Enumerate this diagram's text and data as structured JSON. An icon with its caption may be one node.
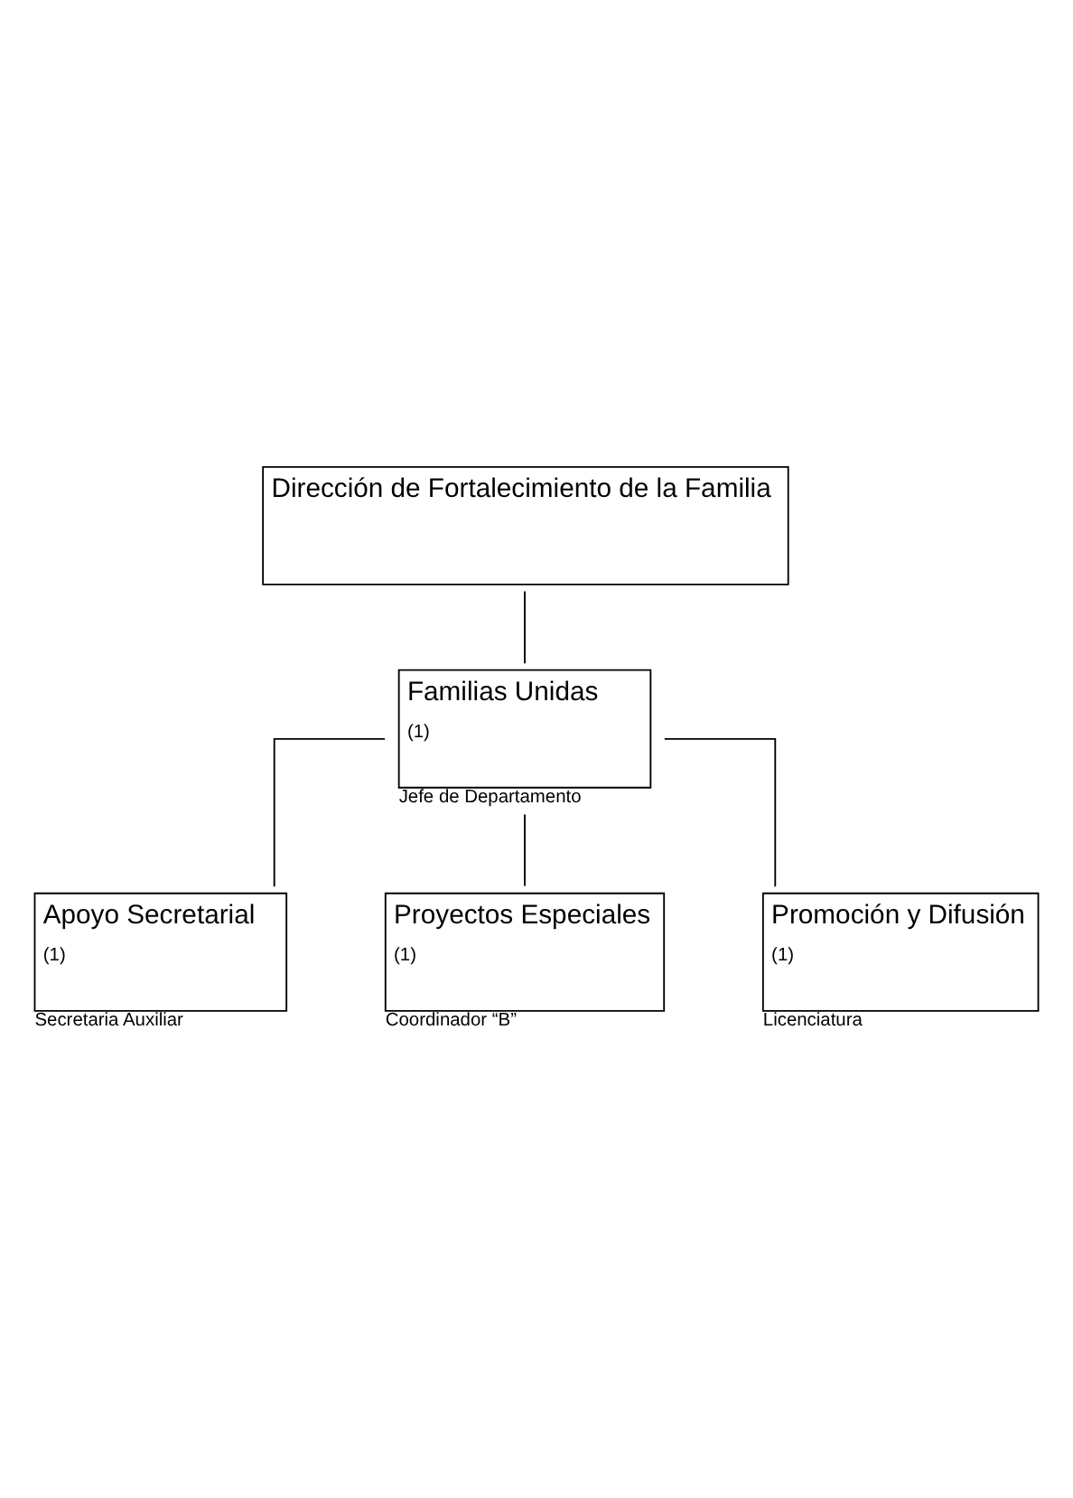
{
  "diagram": {
    "nodes": [
      {
        "text": [
          "Dirección de Fortalecimiento de la Familia"
        ]
      },
      {
        "text": [
          "Familias Unidas",
          "(1)"
        ],
        "beside": [
          "Jefe de Departamento"
        ]
      },
      {
        "text": [
          "Apoyo Secretarial",
          "(1)"
        ],
        "beside": [
          "Secretaria Auxiliar"
        ]
      },
      {
        "text": [
          "Proyectos Especiales",
          "(1)"
        ],
        "beside": [
          "Coordinador “B”"
        ]
      },
      {
        "text": [
          "Promoción y Difusión",
          "(1)"
        ],
        "beside": [
          "Licenciatura"
        ]
      }
    ],
    "edges": [
      {
        "from": 0,
        "to": 1,
        "arrow": "none"
      },
      {
        "from": 1,
        "to": 2,
        "arrow": "none"
      },
      {
        "from": 1,
        "to": 3,
        "arrow": "none"
      },
      {
        "from": 1,
        "to": 4,
        "arrow": "none"
      }
    ]
  }
}
